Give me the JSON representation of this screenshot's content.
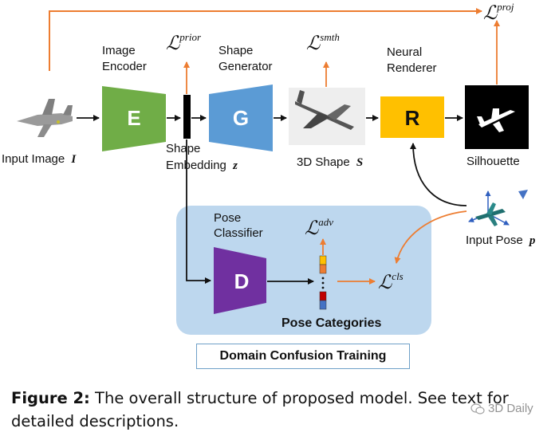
{
  "labels": {
    "image_encoder_line1": "Image",
    "image_encoder_line2": "Encoder",
    "shape_generator_line1": "Shape",
    "shape_generator_line2": "Generator",
    "neural_renderer_line1": "Neural",
    "neural_renderer_line2": "Renderer",
    "shape_embedding_line1": "Shape",
    "shape_embedding_line2": "Embedding",
    "shape_embedding_var": "z",
    "input_image": "Input Image",
    "input_image_var": "I",
    "shape_3d": "3D Shape",
    "shape_3d_var": "S",
    "silhouette": "Silhouette",
    "input_pose": "Input Pose",
    "input_pose_var": "p",
    "pose_classifier_line1": "Pose",
    "pose_classifier_line2": "Classifier",
    "pose_categories": "Pose Categories",
    "domain_confusion": "Domain Confusion Training"
  },
  "blocks": {
    "encoder": "E",
    "generator": "G",
    "renderer": "R",
    "discriminator": "D"
  },
  "losses": {
    "symbol": "ℒ",
    "prior": "prior",
    "smth": "smth",
    "proj": "proj",
    "adv": "adv",
    "cls": "cls"
  },
  "caption": {
    "prefix": "Figure 2:",
    "text": "The overall structure of proposed model. See text for detailed descriptions."
  },
  "watermark": "3D Daily",
  "colors": {
    "encoder": "#70ad47",
    "generator": "#5b9bd5",
    "renderer": "#ffc000",
    "discriminator": "#7030a0",
    "orange_arrow": "#ed7d31",
    "panel": "#bdd7ee"
  }
}
